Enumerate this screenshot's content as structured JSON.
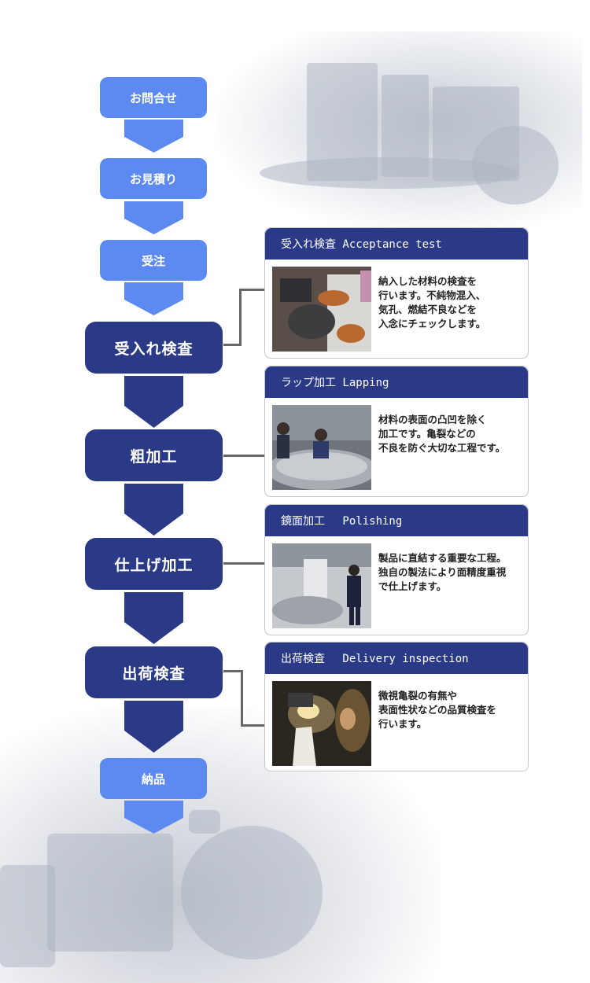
{
  "steps": {
    "inquiry": "お問合せ",
    "estimate": "お見積り",
    "order": "受注",
    "acceptance": "受入れ検査",
    "rough": "粗加工",
    "finish": "仕上げ加工",
    "shipping": "出荷検査",
    "delivery": "納品"
  },
  "cards": [
    {
      "title": "受入れ検査 Acceptance test",
      "lines": [
        "納入した材料の検査を",
        "行います。不純物混入、",
        "気孔、燃結不良などを",
        "入念にチェックします。"
      ]
    },
    {
      "title": "ラップ加工 Lapping",
      "lines": [
        "材料の表面の凸凹を除く",
        "加工です。亀裂などの",
        "不良を防ぐ大切な工程です。"
      ]
    },
    {
      "title": "鏡面加工　 Polishing",
      "lines": [
        "製品に直結する重要な工程。",
        "独自の製法により面精度重視",
        "で仕上げます。"
      ]
    },
    {
      "title": "出荷検査　 Delivery inspection",
      "lines": [
        "微視亀裂の有無や",
        "表面性状などの品質検査を",
        "行います。"
      ]
    }
  ],
  "colors": {
    "light_step": "#5c8af0",
    "dark_step": "#2b3a86",
    "light_arrow": "#5c8af0",
    "dark_arrow": "#2b3a86"
  }
}
